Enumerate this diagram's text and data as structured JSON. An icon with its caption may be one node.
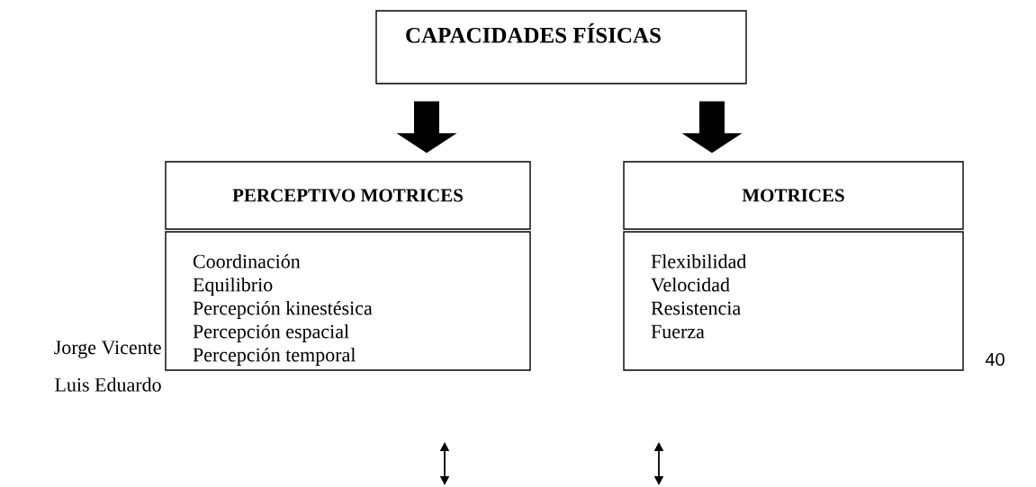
{
  "diagram": {
    "nodes": [
      {
        "text": [
          "CAPACIDADES FÍSICAS"
        ]
      },
      {
        "text": [
          "PERCEPTIVO MOTRICES"
        ]
      },
      {
        "text": [
          "Coordinación",
          "Equilibrio",
          "Percepción kinestésica",
          "Percepción espacial",
          "Percepción temporal"
        ]
      },
      {
        "text": [
          "MOTRICES"
        ]
      },
      {
        "text": [
          "Flexibilidad",
          "Velocidad",
          "Resistencia",
          "Fuerza"
        ]
      }
    ],
    "edges": [
      {
        "from": 0,
        "to": 1,
        "arrow": "to"
      },
      {
        "from": 0,
        "to": 3,
        "arrow": "to"
      }
    ],
    "labels": [
      "Jorge Vicente",
      "Luis Eduardo",
      "40"
    ]
  }
}
